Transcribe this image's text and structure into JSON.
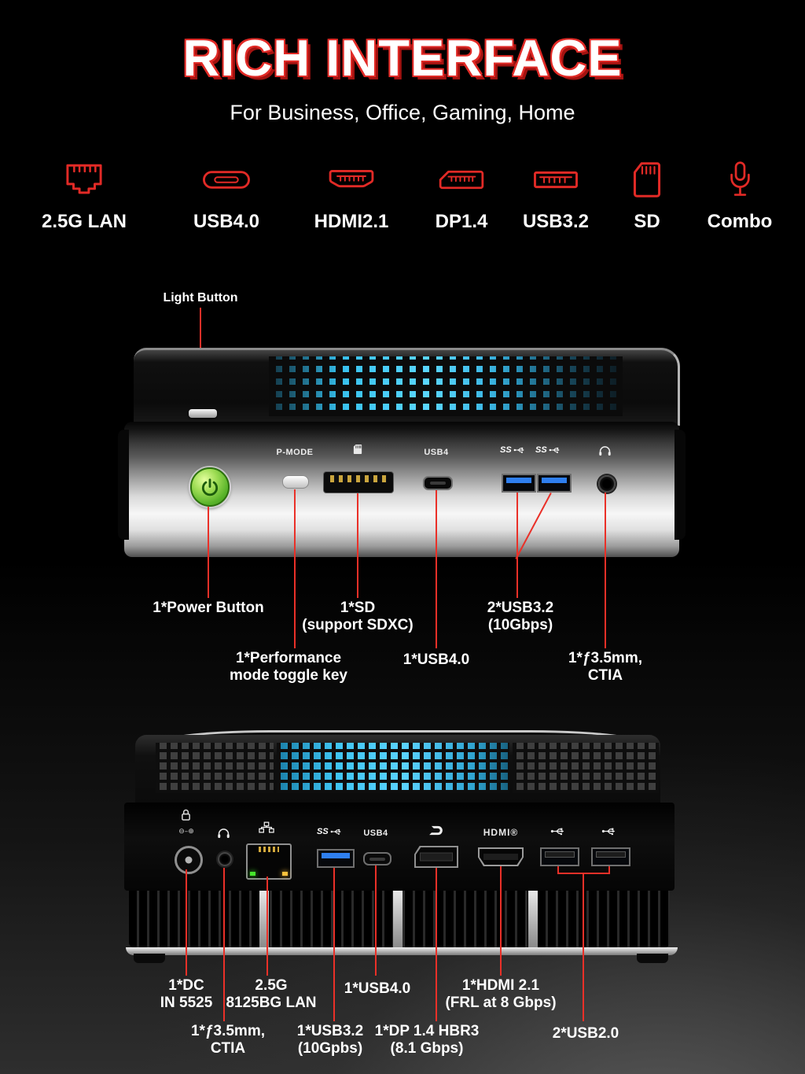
{
  "header": {
    "title": "RICH INTERFACE",
    "subtitle": "For Business, Office, Gaming, Home"
  },
  "interface_row": {
    "items": [
      {
        "icon": "ethernet-port-icon",
        "label": "2.5G LAN"
      },
      {
        "icon": "usb-c-port-icon",
        "label": "USB4.0"
      },
      {
        "icon": "hdmi-port-icon",
        "label": "HDMI2.1"
      },
      {
        "icon": "displayport-icon",
        "label": "DP1.4"
      },
      {
        "icon": "usb-a-port-icon",
        "label": "USB3.2"
      },
      {
        "icon": "sd-card-icon",
        "label": "SD"
      },
      {
        "icon": "mic-combo-icon",
        "label": "Combo"
      }
    ]
  },
  "front_view": {
    "light_button": "Light Button",
    "panel": {
      "pmode": "P-MODE",
      "usb4": "USB4",
      "ss_left": "SS",
      "ss_right": "SS"
    },
    "callouts": {
      "power": "1*Power Button",
      "sd": "1*SD\n(support SDXC)",
      "usb32": "2*USB3.2\n(10Gbps)",
      "pmode": "1*Performance\nmode toggle key",
      "usb4": "1*USB4.0",
      "audio": "1*ƒ3.5mm,\nCTIA"
    }
  },
  "rear_view": {
    "panel": {
      "polarity": "⊖–⊕",
      "ss": "SS",
      "usb4": "USB4",
      "hdmi": "HDMI®"
    },
    "callouts": {
      "dc": "1*DC\nIN 5525",
      "lan": "2.5G\n8125BG LAN",
      "usb4": "1*USB4.0",
      "hdmi": "1*HDMI 2.1\n(FRL at 8 Gbps)",
      "audio": "1*ƒ3.5mm,\nCTIA",
      "usb32": "1*USB3.2\n(10Gpbs)",
      "dp": "1*DP 1.4 HBR3\n(8.1 Gbps)",
      "usb20": "2*USB2.0"
    }
  },
  "icon_glyphs": {
    "power-icon": "power symbol",
    "headphone-icon": "headphones",
    "lock-icon": "kensington lock",
    "ethernet-icon": "network nodes",
    "sd-card-glyph-icon": "sd card",
    "usb-trident-icon": "usb trident",
    "dp-logo-icon": "displayport logo",
    "superspeed-trident-icon": "usb superspeed trident"
  },
  "colors": {
    "accent_red": "#e12a26",
    "led_blue": "#3ec8f5",
    "power_green": "#59b32a",
    "callout_line": "#ea3028"
  }
}
